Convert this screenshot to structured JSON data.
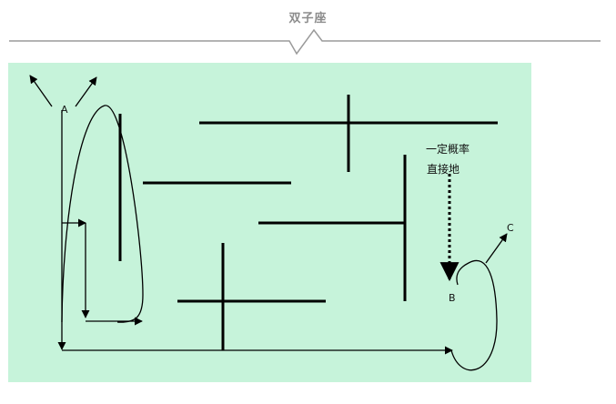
{
  "header": {
    "title": "双子座"
  },
  "diagram": {
    "labels": {
      "point_a": "A",
      "point_b": "B",
      "point_c": "C",
      "note_line1": "一定概率",
      "note_line2": "直接地"
    },
    "colors": {
      "panel_background": "#c6f3da",
      "stroke": "#000000",
      "title_text": "#8c8c8c",
      "divider": "#9a9a9a"
    }
  }
}
